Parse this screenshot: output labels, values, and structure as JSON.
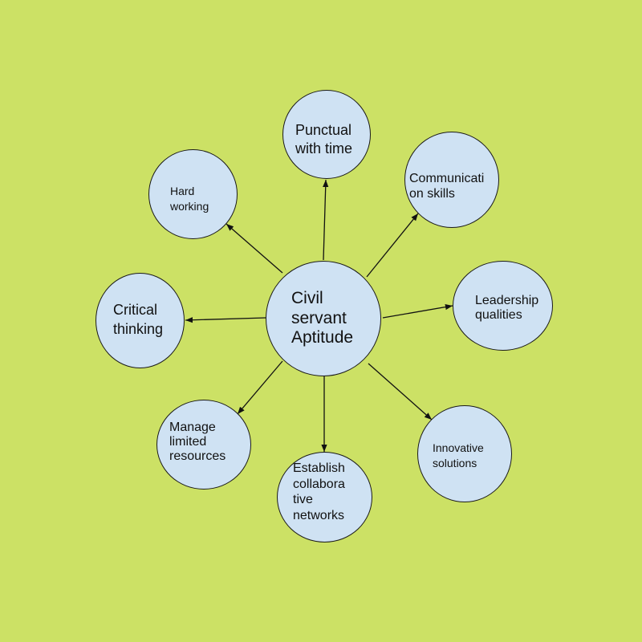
{
  "diagram": {
    "center": "Civil\nservant\nAptitude",
    "nodes": {
      "punctual": "Punctual\nwith time",
      "communication": "Communicati\non skills",
      "hard_working": "Hard\nworking",
      "leadership": "Leadership\nqualities",
      "critical_thinking": "Critical\nthinking",
      "manage_resources": "Manage\nlimited\nresources",
      "innovative": "Innovative\nsolutions",
      "collaborative": "Establish\ncollabora\ntive\nnetworks"
    }
  },
  "colors": {
    "background": "#cce165",
    "node_fill": "#cfe2f3",
    "outline": "#1a1a1a"
  }
}
